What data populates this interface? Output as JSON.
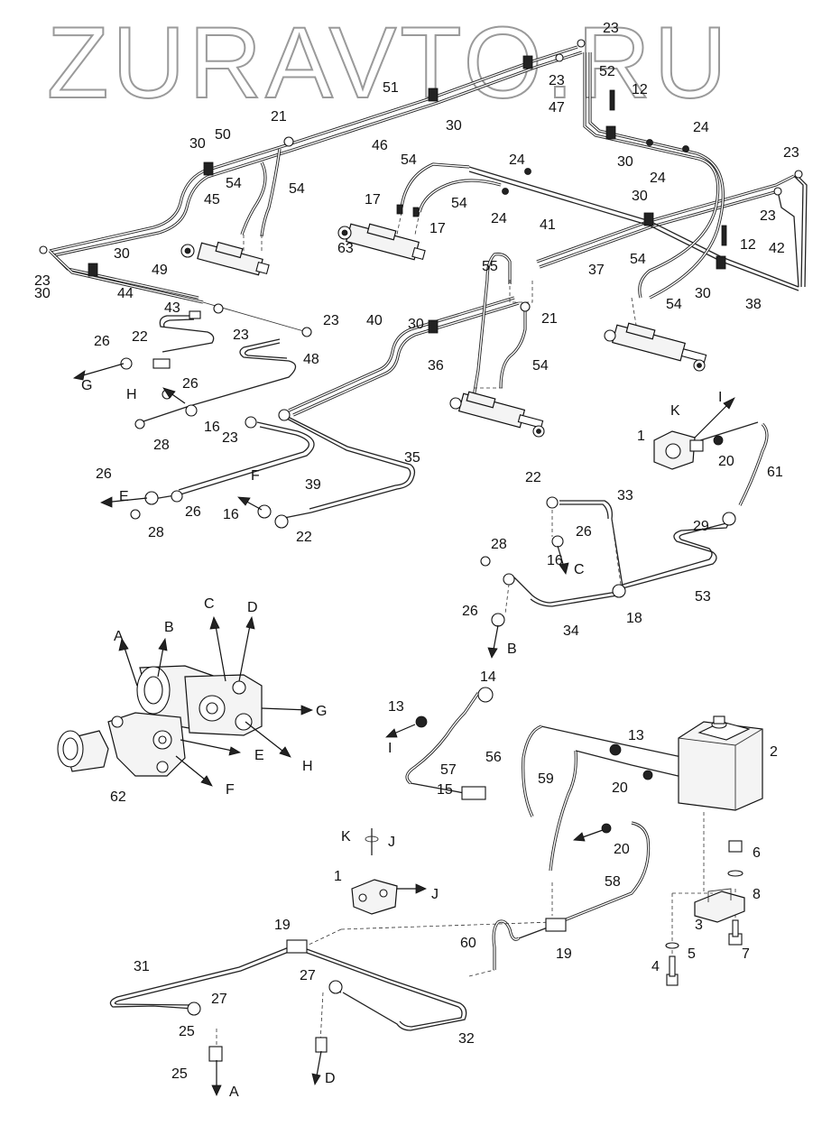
{
  "watermark": "ZURAVTO.RU",
  "callouts": [
    {
      "text": "23"
    },
    {
      "text": "23"
    },
    {
      "text": "52"
    },
    {
      "text": "12"
    },
    {
      "text": "51"
    },
    {
      "text": "30"
    },
    {
      "text": "47"
    },
    {
      "text": "21"
    },
    {
      "text": "46"
    },
    {
      "text": "50"
    },
    {
      "text": "30"
    },
    {
      "text": "24"
    },
    {
      "text": "30"
    },
    {
      "text": "24"
    },
    {
      "text": "23"
    },
    {
      "text": "45"
    },
    {
      "text": "54"
    },
    {
      "text": "54"
    },
    {
      "text": "54"
    },
    {
      "text": "24"
    },
    {
      "text": "30"
    },
    {
      "text": "24"
    },
    {
      "text": "54"
    },
    {
      "text": "23"
    },
    {
      "text": "17"
    },
    {
      "text": "17"
    },
    {
      "text": "12"
    },
    {
      "text": "63"
    },
    {
      "text": "41"
    },
    {
      "text": "42"
    },
    {
      "text": "23"
    },
    {
      "text": "30"
    },
    {
      "text": "55"
    },
    {
      "text": "37"
    },
    {
      "text": "54"
    },
    {
      "text": "30"
    },
    {
      "text": "49"
    },
    {
      "text": "38"
    },
    {
      "text": "44"
    },
    {
      "text": "30"
    },
    {
      "text": "54"
    },
    {
      "text": "43"
    },
    {
      "text": "21"
    },
    {
      "text": "23"
    },
    {
      "text": "30"
    },
    {
      "text": "23"
    },
    {
      "text": "40"
    },
    {
      "text": "26"
    },
    {
      "text": "22"
    },
    {
      "text": "48"
    },
    {
      "text": "36"
    },
    {
      "text": "54"
    },
    {
      "text": "G"
    },
    {
      "text": "26"
    },
    {
      "text": "H"
    },
    {
      "text": "16"
    },
    {
      "text": "28"
    },
    {
      "text": "23"
    },
    {
      "text": "K"
    },
    {
      "text": "I"
    },
    {
      "text": "1"
    },
    {
      "text": "35"
    },
    {
      "text": "20"
    },
    {
      "text": "61"
    },
    {
      "text": "39"
    },
    {
      "text": "26"
    },
    {
      "text": "E"
    },
    {
      "text": "26"
    },
    {
      "text": "16"
    },
    {
      "text": "F"
    },
    {
      "text": "28"
    },
    {
      "text": "22"
    },
    {
      "text": "22"
    },
    {
      "text": "33"
    },
    {
      "text": "29"
    },
    {
      "text": "26"
    },
    {
      "text": "C"
    },
    {
      "text": "28"
    },
    {
      "text": "16"
    },
    {
      "text": "18"
    },
    {
      "text": "53"
    },
    {
      "text": "26"
    },
    {
      "text": "34"
    },
    {
      "text": "B"
    },
    {
      "text": "C"
    },
    {
      "text": "D"
    },
    {
      "text": "B"
    },
    {
      "text": "A"
    },
    {
      "text": "G"
    },
    {
      "text": "14"
    },
    {
      "text": "13"
    },
    {
      "text": "13"
    },
    {
      "text": "2"
    },
    {
      "text": "I"
    },
    {
      "text": "56"
    },
    {
      "text": "E"
    },
    {
      "text": "H"
    },
    {
      "text": "57"
    },
    {
      "text": "59"
    },
    {
      "text": "62"
    },
    {
      "text": "F"
    },
    {
      "text": "20"
    },
    {
      "text": "15"
    },
    {
      "text": "K"
    },
    {
      "text": "J"
    },
    {
      "text": "20"
    },
    {
      "text": "6"
    },
    {
      "text": "58"
    },
    {
      "text": "1"
    },
    {
      "text": "J"
    },
    {
      "text": "8"
    },
    {
      "text": "3"
    },
    {
      "text": "19"
    },
    {
      "text": "60"
    },
    {
      "text": "19"
    },
    {
      "text": "5"
    },
    {
      "text": "7"
    },
    {
      "text": "31"
    },
    {
      "text": "27"
    },
    {
      "text": "4"
    },
    {
      "text": "27"
    },
    {
      "text": "25"
    },
    {
      "text": "32"
    },
    {
      "text": "25"
    },
    {
      "text": "D"
    },
    {
      "text": "A"
    }
  ]
}
